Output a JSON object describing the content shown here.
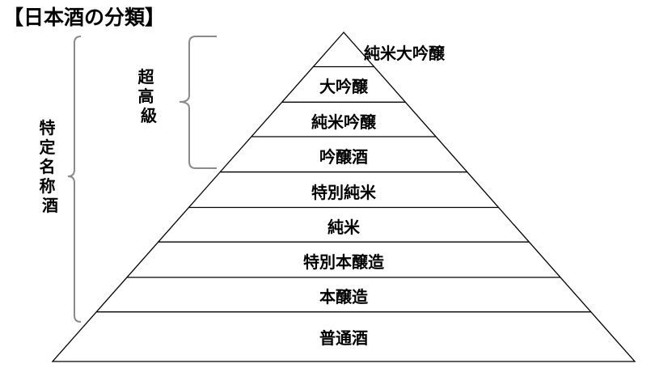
{
  "title": "【日本酒の分類】",
  "pyramid_levels": [
    "純米大吟醸",
    "大吟醸",
    "純米吟醸",
    "吟醸酒",
    "特別純米",
    "純米",
    "特別本醸造",
    "本醸造",
    "普通酒"
  ],
  "groups": {
    "outer": "特定名称酒",
    "inner": "超高級"
  }
}
